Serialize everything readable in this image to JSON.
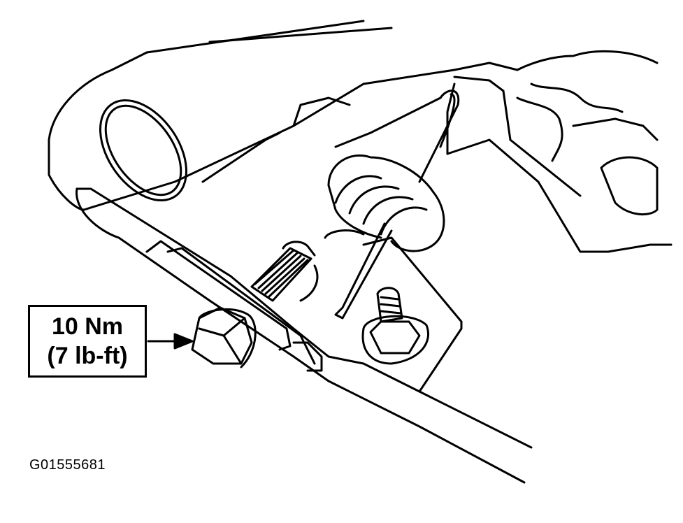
{
  "callout": {
    "torque_nm": "10 Nm",
    "torque_lbft": "(7 lb-ft)"
  },
  "figure_id": "G01555681"
}
